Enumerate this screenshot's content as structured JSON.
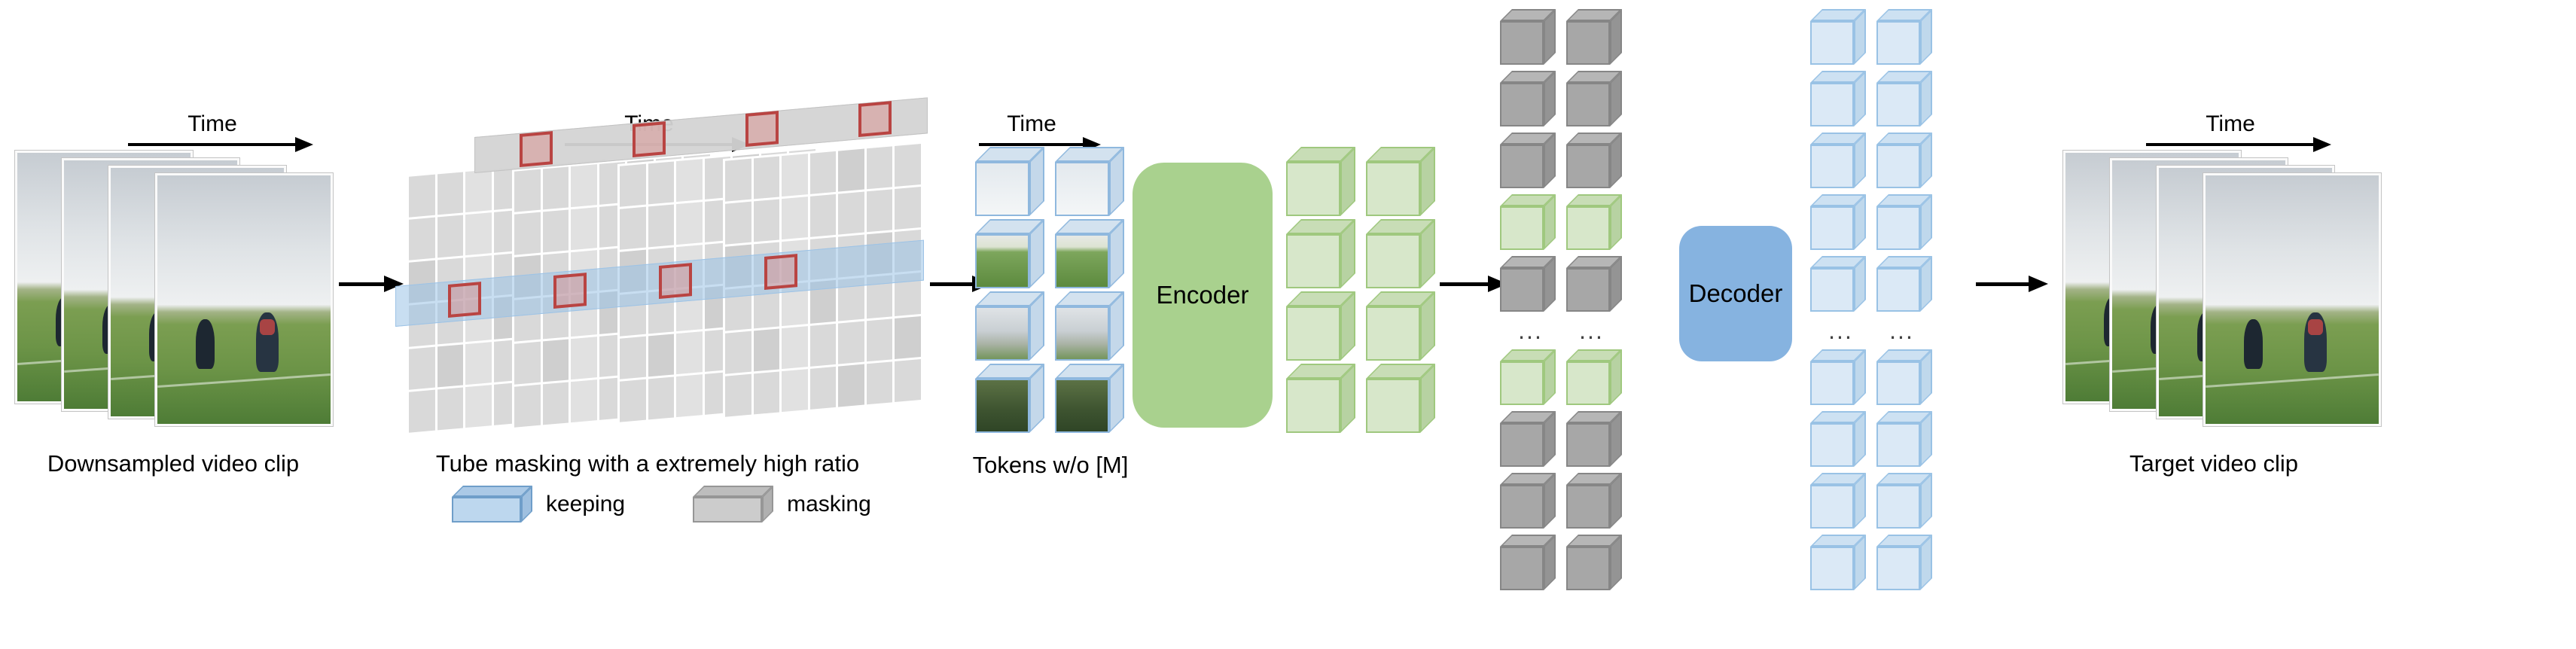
{
  "diagram": {
    "time_label": "Time",
    "dots": "...",
    "clip_left": {
      "caption": "Downsampled video clip",
      "frame_count": 4
    },
    "masking": {
      "caption": "Tube masking with a extremely high ratio",
      "grid": {
        "cols": 7,
        "rows": 6
      },
      "plane_count": 4,
      "legend": [
        {
          "type": "keeping",
          "label": "keeping"
        },
        {
          "type": "masking",
          "label": "masking"
        }
      ]
    },
    "tokens": {
      "caption": "Tokens w/o [M]",
      "rows": [
        "sky",
        "grass",
        "bldg",
        "dark"
      ],
      "cols": 2
    },
    "encoder": {
      "label": "Encoder"
    },
    "encoder_out": {
      "rows": [
        "green",
        "green",
        "green",
        "green"
      ],
      "cols": 2
    },
    "latent": {
      "rows": [
        "gray",
        "gray",
        "gray",
        "green",
        "gray",
        "dots",
        "green",
        "gray",
        "gray",
        "gray"
      ],
      "cols": 2
    },
    "decoder": {
      "label": "Decoder"
    },
    "decoder_out": {
      "rows": [
        "blue",
        "blue",
        "blue",
        "blue",
        "blue",
        "dots",
        "blue",
        "blue",
        "blue",
        "blue"
      ],
      "cols": 2
    },
    "clip_right": {
      "caption": "Target video clip",
      "frame_count": 4
    },
    "colors": {
      "encoder_fill": "#a9d18e",
      "decoder_fill": "#86b3e0",
      "keeping_fill": "#bdd7ee",
      "masking_fill": "#cccccc",
      "gray_cube": "#a7a7a7",
      "green_cube": "#d7e7ca",
      "blue_cube": "#dbe9f6",
      "mask_cell": "#d9d9d9",
      "kept_band": "#9bc2e6",
      "highlight_red": "#b94442",
      "arrow": "#000000"
    }
  }
}
